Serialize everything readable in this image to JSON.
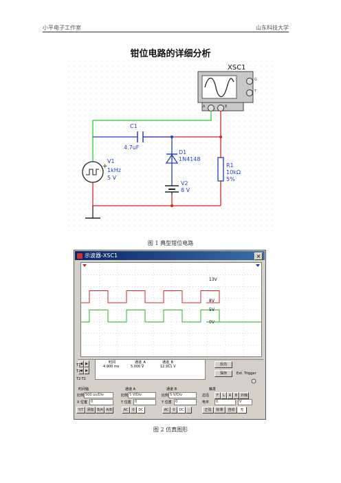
{
  "header": {
    "left": "小平电子工作室",
    "right": "山东科技大学"
  },
  "title": "钳位电路的详细分析",
  "circuit": {
    "scope_label": "XSC1",
    "scope_terminals": {
      "a": "A",
      "b": "B",
      "g": "G",
      "t": "T"
    },
    "c1": {
      "name": "C1",
      "value": "4.7uF"
    },
    "d1": {
      "name": "D1",
      "value": "1N4148"
    },
    "v1": {
      "name": "V1",
      "freq": "1kHz",
      "amp": "5 V"
    },
    "v2": {
      "name": "V2",
      "value": "8 V"
    },
    "r1": {
      "name": "R1",
      "value": "10kΩ",
      "tol": "5%"
    },
    "colors": {
      "green": "#2bd12b",
      "red": "#e02020",
      "blue": "#1e3ccf"
    }
  },
  "figure1_caption": "图 1 典型钳位电路",
  "scope_window": {
    "title": "示波器-XSC1",
    "close": "×",
    "traces": {
      "red": {
        "high": 13,
        "low": 8
      },
      "green": {
        "high": 5,
        "low": 0
      },
      "labels": [
        "13V",
        "8V",
        "5V",
        "0V"
      ]
    },
    "readout": {
      "rows": [
        "T1",
        "T2",
        "T2-T1"
      ],
      "col_time": "时间",
      "col_a": "通道_A",
      "col_b": "通道_B",
      "time": "4.900 ms",
      "a": "5.000 V",
      "b": "12.911 V"
    },
    "buttons": {
      "reverse": "反向",
      "save": "保存",
      "ext_trigger": "Ext. Trigger"
    },
    "timebase": {
      "heading": "时间轴",
      "scale_label": "比例",
      "scale": "500 us/Div",
      "pos_label": "X 位置",
      "pos": "0",
      "modes": [
        "Y/T",
        "添加",
        "B/A",
        "A/B"
      ]
    },
    "channel_a": {
      "heading": "通道 A",
      "scale_label": "比例",
      "scale": "5 V/Div",
      "pos_label": "Y 位置",
      "pos": "0",
      "couplings": [
        "AC",
        "0",
        "DC"
      ]
    },
    "channel_b": {
      "heading": "通道 B",
      "scale_label": "比例",
      "scale": "5 V/Div",
      "pos_label": "Y 位置",
      "pos": "0",
      "couplings": [
        "AC",
        "0",
        "DC",
        "-"
      ]
    },
    "trigger": {
      "heading": "触发",
      "edge_label": "边沿",
      "level_label": "电平",
      "level": "0",
      "unit": "V",
      "edges": [
        "F",
        "L"
      ],
      "sources": [
        "A",
        "B",
        "外触"
      ],
      "modes": [
        "正弦",
        "标准",
        "自动",
        "无"
      ]
    }
  },
  "figure2_caption": "图 2 仿真图形"
}
